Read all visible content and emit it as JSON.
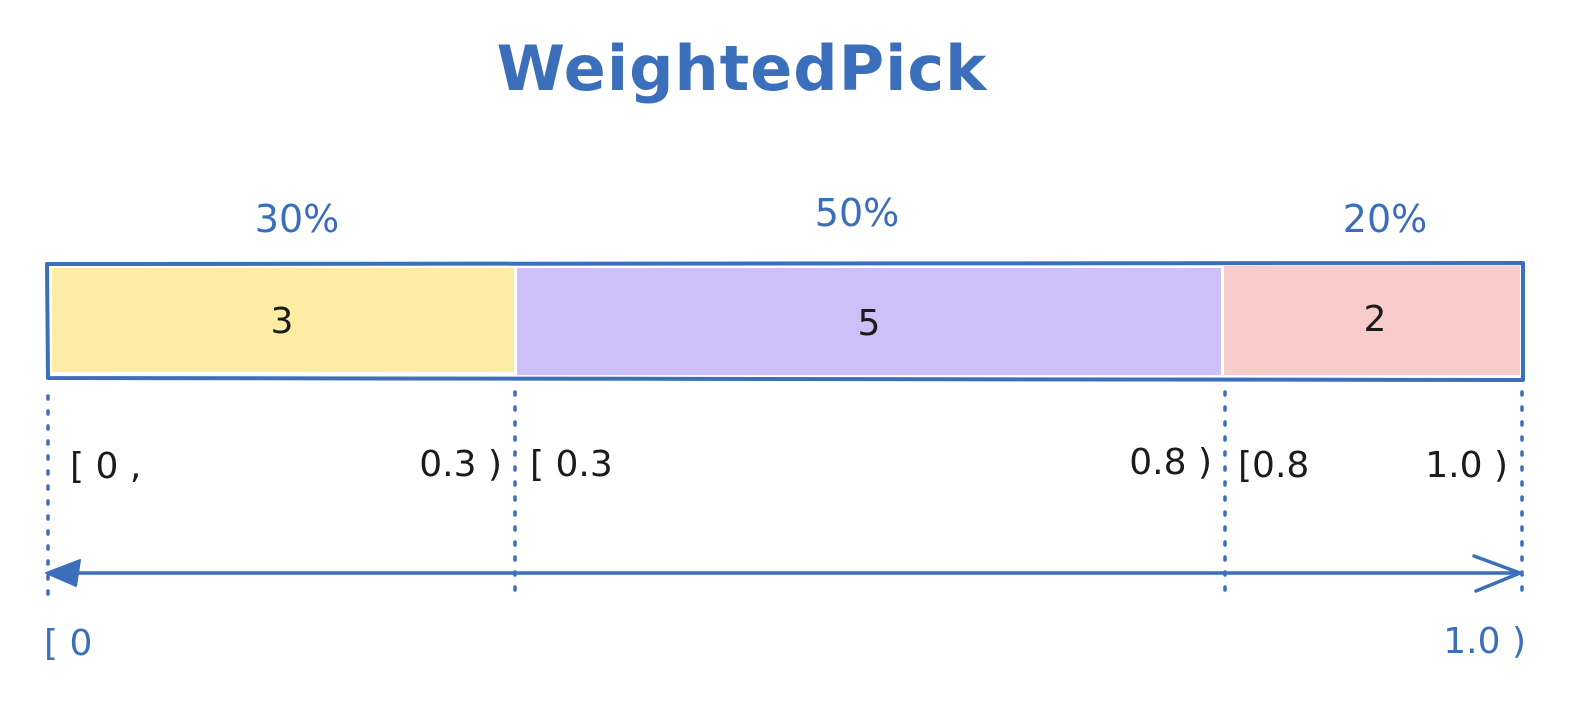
{
  "title": "WeightedPick",
  "colors": {
    "accent": "#3c6fbb",
    "ink": "#1b1b1b",
    "segment_fills": [
      "#fdeca4",
      "#cdc0f8",
      "#f7cccb"
    ]
  },
  "segments": [
    {
      "weight": "3",
      "percent": "30%",
      "range_start": "[ 0 ,",
      "range_end": "0.3 )",
      "share": 0.3
    },
    {
      "weight": "5",
      "percent": "50%",
      "range_start": "[ 0.3",
      "range_end": "0.8 )",
      "share": 0.5
    },
    {
      "weight": "2",
      "percent": "20%",
      "range_start": "[0.8",
      "range_end": "1.0 )",
      "share": 0.2
    }
  ],
  "axis": {
    "start_label": "[ 0",
    "end_label": "1.0 )"
  }
}
